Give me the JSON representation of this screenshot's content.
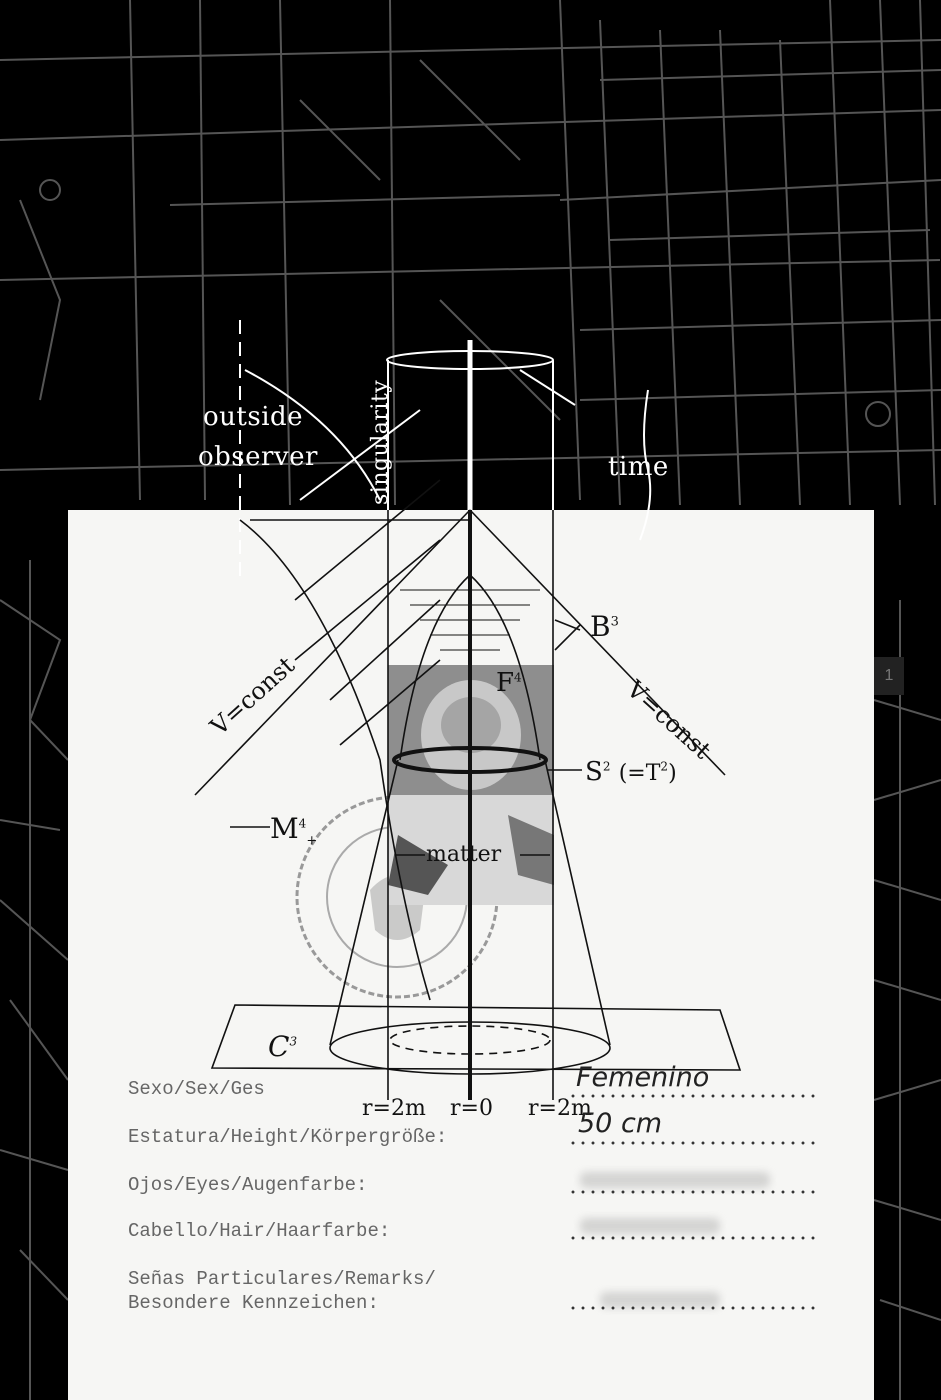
{
  "diagram": {
    "outside_observer_1": "outside",
    "outside_observer_2": "observer",
    "singularity": "singularity",
    "time": "time",
    "b3": "B",
    "b3_sup": "3",
    "f4": "F",
    "f4_sup": "4",
    "v_const_left": "V=const",
    "v_const_right": "V=const",
    "s2": "S",
    "s2_sup": "2",
    "s2_paren": "(=T",
    "s2_paren_sup": "2",
    "s2_paren_close": ")",
    "m4": "M",
    "m4_sup": "4",
    "m4_sub": "+",
    "matter": "matter",
    "c3": "C",
    "c3_sup": "3",
    "r_left": "r=2m",
    "r_center": "r=0",
    "r_right": "r=2m"
  },
  "form": {
    "sex_label": "Sexo/Sex/Ges",
    "sex_value": "Femenino",
    "height_label": "Estatura/Height/Körpergröße:",
    "height_value": "50 cm",
    "eyes_label": "Ojos/Eyes/Augenfarbe:",
    "hair_label": "Cabello/Hair/Haarfarbe:",
    "remarks_label_1": "Señas Particulares/Remarks/",
    "remarks_label_2": "Besondere Kennzeichen:"
  },
  "page_tag": "1",
  "colors": {
    "background": "#000000",
    "streets": "#5a5a5a",
    "paper": "#f6f6f4",
    "ink": "#111111"
  }
}
